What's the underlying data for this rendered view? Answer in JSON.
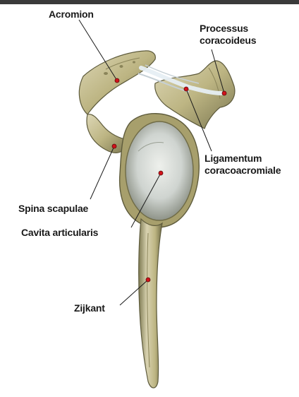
{
  "labels": {
    "acromion": "Acromion",
    "processus_line1": "Processus",
    "processus_line2": "coracoideus",
    "ligamentum_line1": "Ligamentum",
    "ligamentum_line2": "coracoacromiale",
    "spina": "Spina scapulae",
    "cavita": "Cavita articularis",
    "zijkant": "Zijkant"
  },
  "colors": {
    "bone_light": "#d9d3b2",
    "bone_mid": "#b9b07f",
    "bone_dark": "#6d6a45",
    "glenoid": "#cfd4d0",
    "ligament": "#e6eef3",
    "marker": "#d1121b",
    "leader": "#1a1a1a"
  }
}
